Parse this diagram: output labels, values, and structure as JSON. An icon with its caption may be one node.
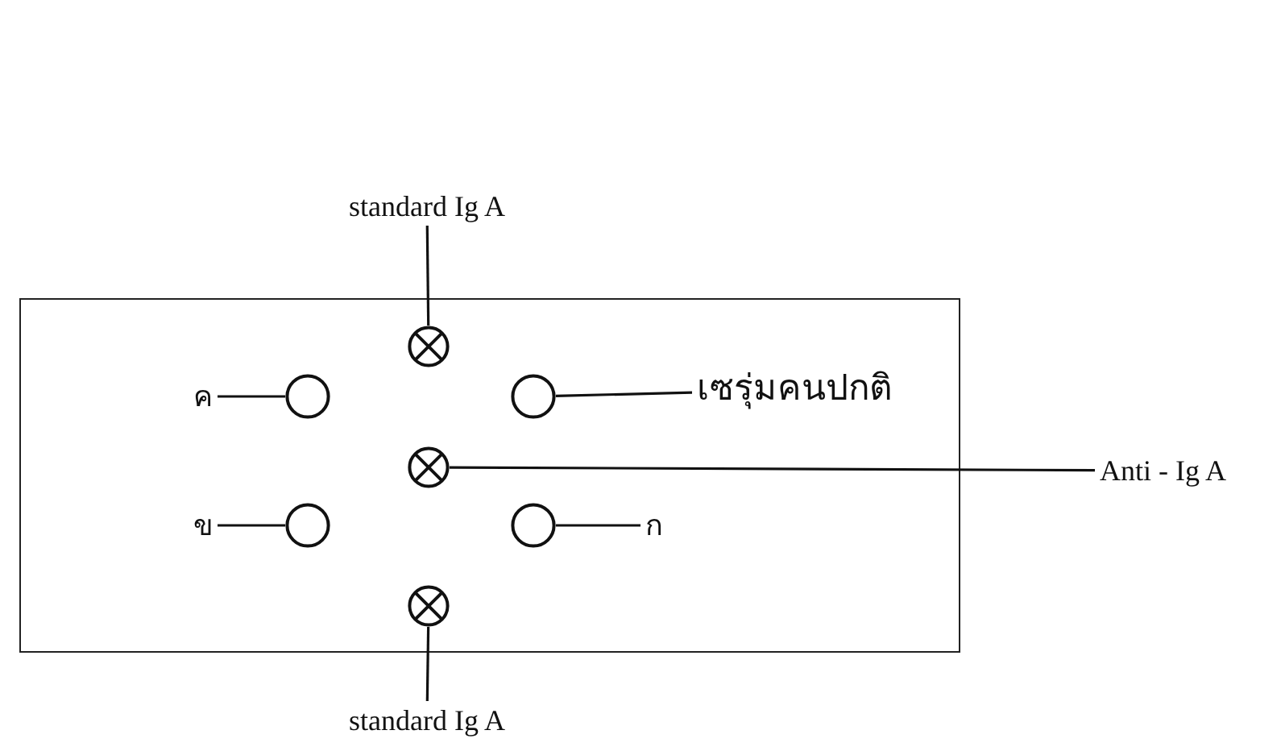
{
  "diagram": {
    "nodes": [
      {
        "text": [
          "standard Ig A"
        ]
      },
      {
        "text": [],
        "shape": "box"
      },
      {
        "text": [],
        "shape": "circle",
        "in": 1
      },
      {
        "text": [
          "ค"
        ],
        "in": 1
      },
      {
        "text": [],
        "shape": "circle",
        "in": 1
      },
      {
        "text": [],
        "shape": "circle",
        "in": 1
      },
      {
        "text": [
          "เซรุ่มคนปกติ"
        ],
        "in": 1
      },
      {
        "text": [],
        "shape": "circle",
        "in": 1
      },
      {
        "text": [
          "Anti - Ig A"
        ]
      },
      {
        "text": [
          "ข"
        ],
        "in": 1
      },
      {
        "text": [],
        "shape": "circle",
        "in": 1
      },
      {
        "text": [],
        "shape": "circle",
        "in": 1
      },
      {
        "text": [
          "ก"
        ],
        "in": 1
      },
      {
        "text": [],
        "shape": "circle",
        "in": 1
      },
      {
        "text": [
          "standard Ig A"
        ]
      }
    ],
    "edges": [
      {
        "from": 0,
        "to": 2,
        "arrow": "none"
      },
      {
        "from": 3,
        "to": 4,
        "arrow": "none"
      },
      {
        "from": 6,
        "to": 5,
        "arrow": "none"
      },
      {
        "from": 8,
        "to": 7,
        "arrow": "none"
      },
      {
        "from": 9,
        "to": 10,
        "arrow": "none"
      },
      {
        "from": 12,
        "to": 11,
        "arrow": "none"
      },
      {
        "from": 14,
        "to": 13,
        "arrow": "none"
      }
    ]
  }
}
